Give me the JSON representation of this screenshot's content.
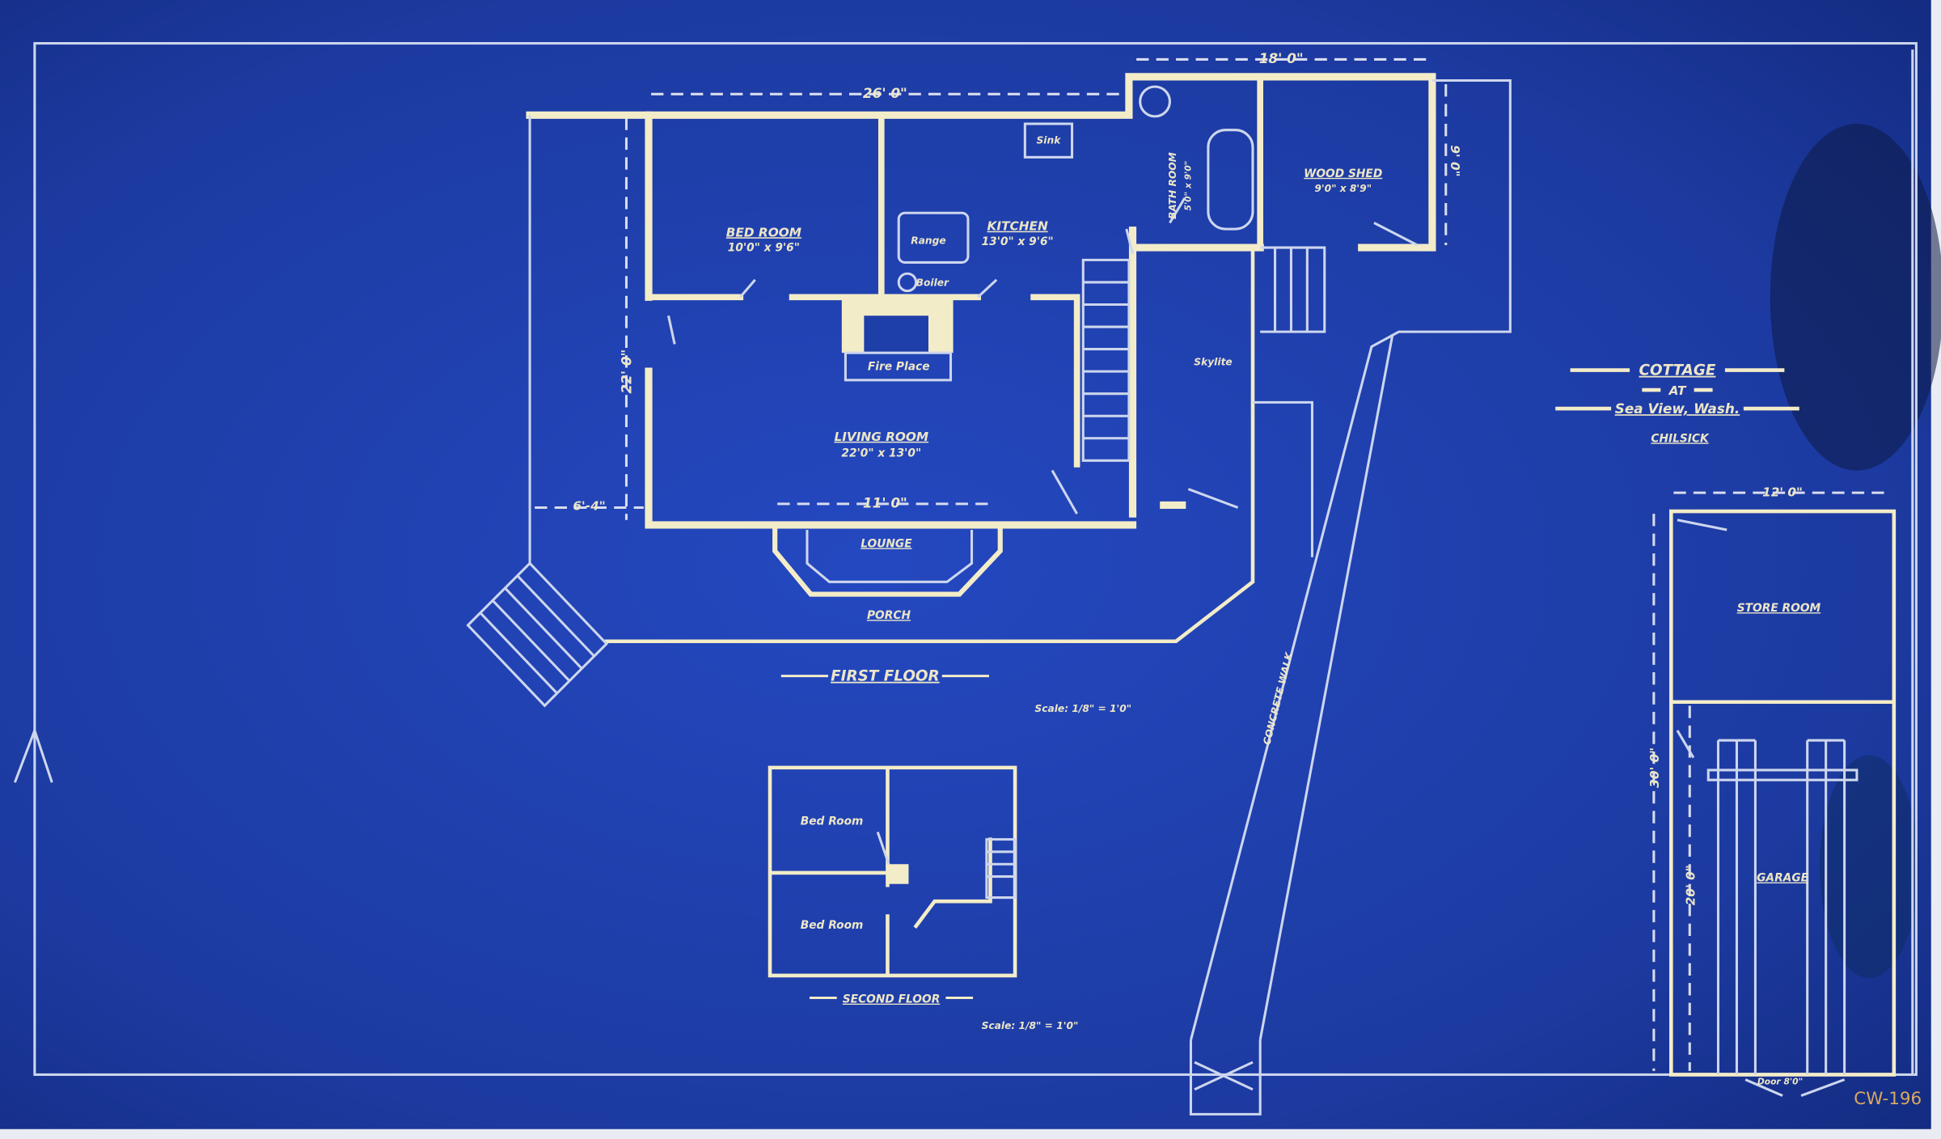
{
  "colors": {
    "paper": "#1f3fa8",
    "paper_dark": "#14287a",
    "line": "#f3ecc8",
    "stain": "#0c1a45"
  },
  "title_block": {
    "line1": "COTTAGE",
    "line2": "AT",
    "line3": "Sea View, Wash.",
    "line4": "CHILSICK"
  },
  "drawing_number": "CW-196",
  "first_floor": {
    "title": "FIRST FLOOR",
    "scale": "Scale: 1/8\" = 1'0\"",
    "rooms": {
      "bed_room": {
        "name": "BED ROOM",
        "size": "10'0\" x 9'6\""
      },
      "kitchen": {
        "name": "KITCHEN",
        "size": "13'0\" x 9'6\""
      },
      "living_room": {
        "name": "LIVING ROOM",
        "size": "22'0\" x 13'0\""
      },
      "bath_room": {
        "name": "BATH ROOM",
        "size": "5'0\" x 9'0\""
      },
      "wood_shed": {
        "name": "WOOD SHED",
        "size": "9'0\" x 8'9\""
      },
      "lounge": {
        "name": "LOUNGE"
      },
      "porch": {
        "name": "PORCH"
      }
    },
    "fixtures": {
      "range": "Range",
      "boiler": "Boiler",
      "sink": "Sink",
      "fire_place": "Fire Place",
      "skylite": "Skylite"
    },
    "dimensions": {
      "width": "26' 0\"",
      "depth": "22' 0\"",
      "porch": "6'-4\"",
      "lounge": "11' 0\"",
      "rear": "18' 0\"",
      "shed": "9' 0\""
    }
  },
  "second_floor": {
    "title": "SECOND FLOOR",
    "scale": "Scale: 1/8\" = 1'0\"",
    "rooms": [
      "Bed Room",
      "Bed Room"
    ]
  },
  "site": {
    "walk": "CONCRETE WALK"
  },
  "garage": {
    "store_room": "STORE ROOM",
    "garage": "GARAGE",
    "dimensions": {
      "width": "12' 0\"",
      "length": "30' 0\"",
      "garage_len": "20' 0\"",
      "door": "Door 8'0\""
    }
  }
}
